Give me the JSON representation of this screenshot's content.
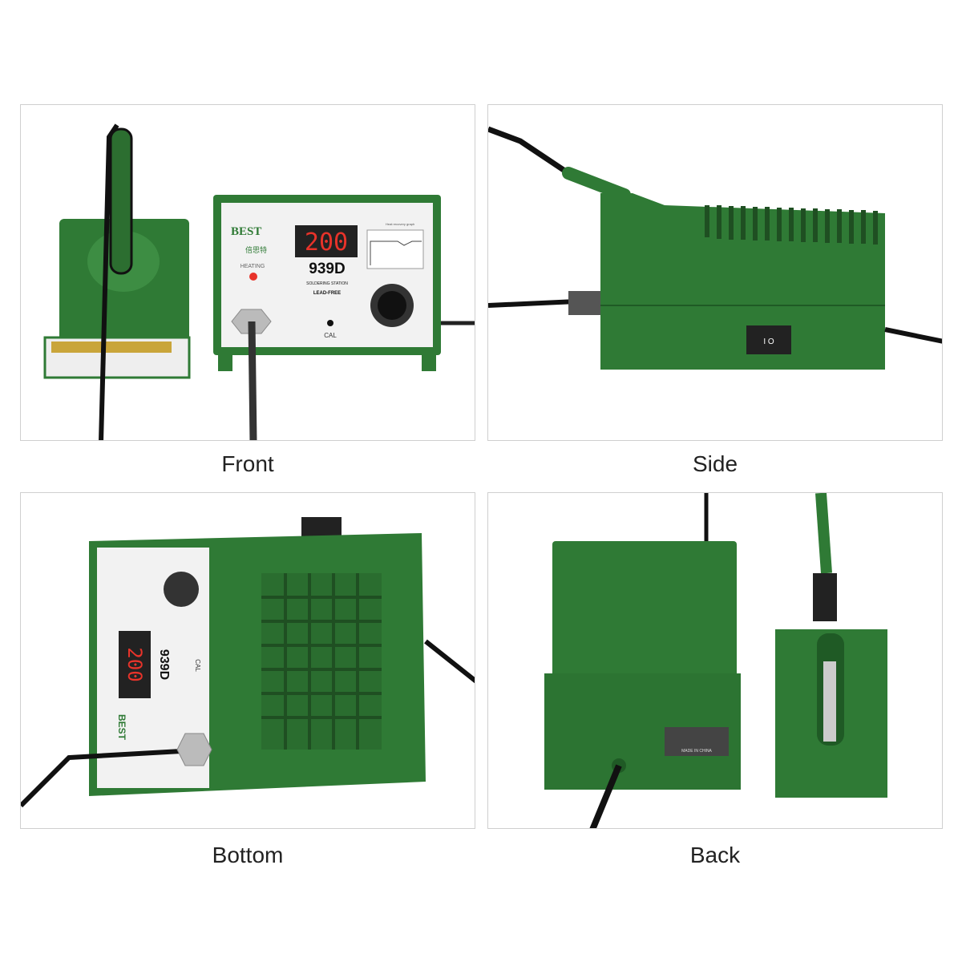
{
  "views": [
    {
      "label": "Front"
    },
    {
      "label": "Side"
    },
    {
      "label": "Bottom"
    },
    {
      "label": "Back"
    }
  ],
  "station": {
    "brand": "BEST",
    "brand_cn": "倍思特",
    "display_value": "200",
    "model": "939D",
    "subtitle": "SOLDERING STATION",
    "lead_free": "LEAD-FREE",
    "heating_label": "HEATING",
    "cal_label": "CAL",
    "graph_title": "Heat recovery graph",
    "switch_mark": "I  O",
    "plate_text": "MADE IN CHINA"
  },
  "colors": {
    "body_green": "#2f7a35",
    "dark_green": "#1f5a25",
    "display_red": "#e8332a",
    "panel_white": "#f2f2f2"
  }
}
